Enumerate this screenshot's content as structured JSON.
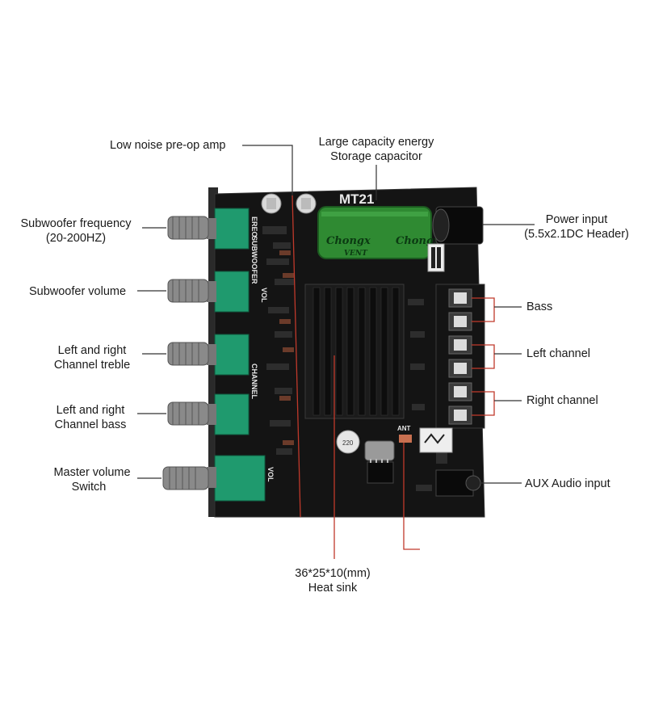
{
  "callouts": {
    "preamp": "Low noise pre-op amp",
    "capacitor_line1": "Large capacity energy",
    "capacitor_line2": "Storage capacitor",
    "power_line1": "Power input",
    "power_line2": "(5.5x2.1DC Header)",
    "sub_freq_line1": "Subwoofer frequency",
    "sub_freq_line2": "(20-200HZ)",
    "sub_vol": "Subwoofer volume",
    "treble_line1": "Left and right",
    "treble_line2": "Channel treble",
    "bass_knob_line1": "Left and right",
    "bass_knob_line2": "Channel bass",
    "master_line1": "Master volume",
    "master_line2": "Switch",
    "bass_out": "Bass",
    "left_out": "Left channel",
    "right_out": "Right channel",
    "aux": "AUX Audio input",
    "heatsink_line1": "36*25*10(mm)",
    "heatsink_line2": "Heat sink"
  },
  "board": {
    "model": "MT21",
    "cap_brand": "Chongx",
    "cap_vent": "VENT",
    "silk_ereo": "EREO",
    "silk_subwoofer": "SUBWOOFER",
    "silk_vol": "VOL",
    "silk_channel": "CHANNEL",
    "silk_vol2": "VOL",
    "silk_ant": "ANT",
    "silk_cap": "220"
  },
  "colors": {
    "pcb": "#141414",
    "pot": "#1f9a6e",
    "capacitor": "#2f8a32",
    "heatsink": "#1b1b1b",
    "leader": "#c0392b"
  }
}
